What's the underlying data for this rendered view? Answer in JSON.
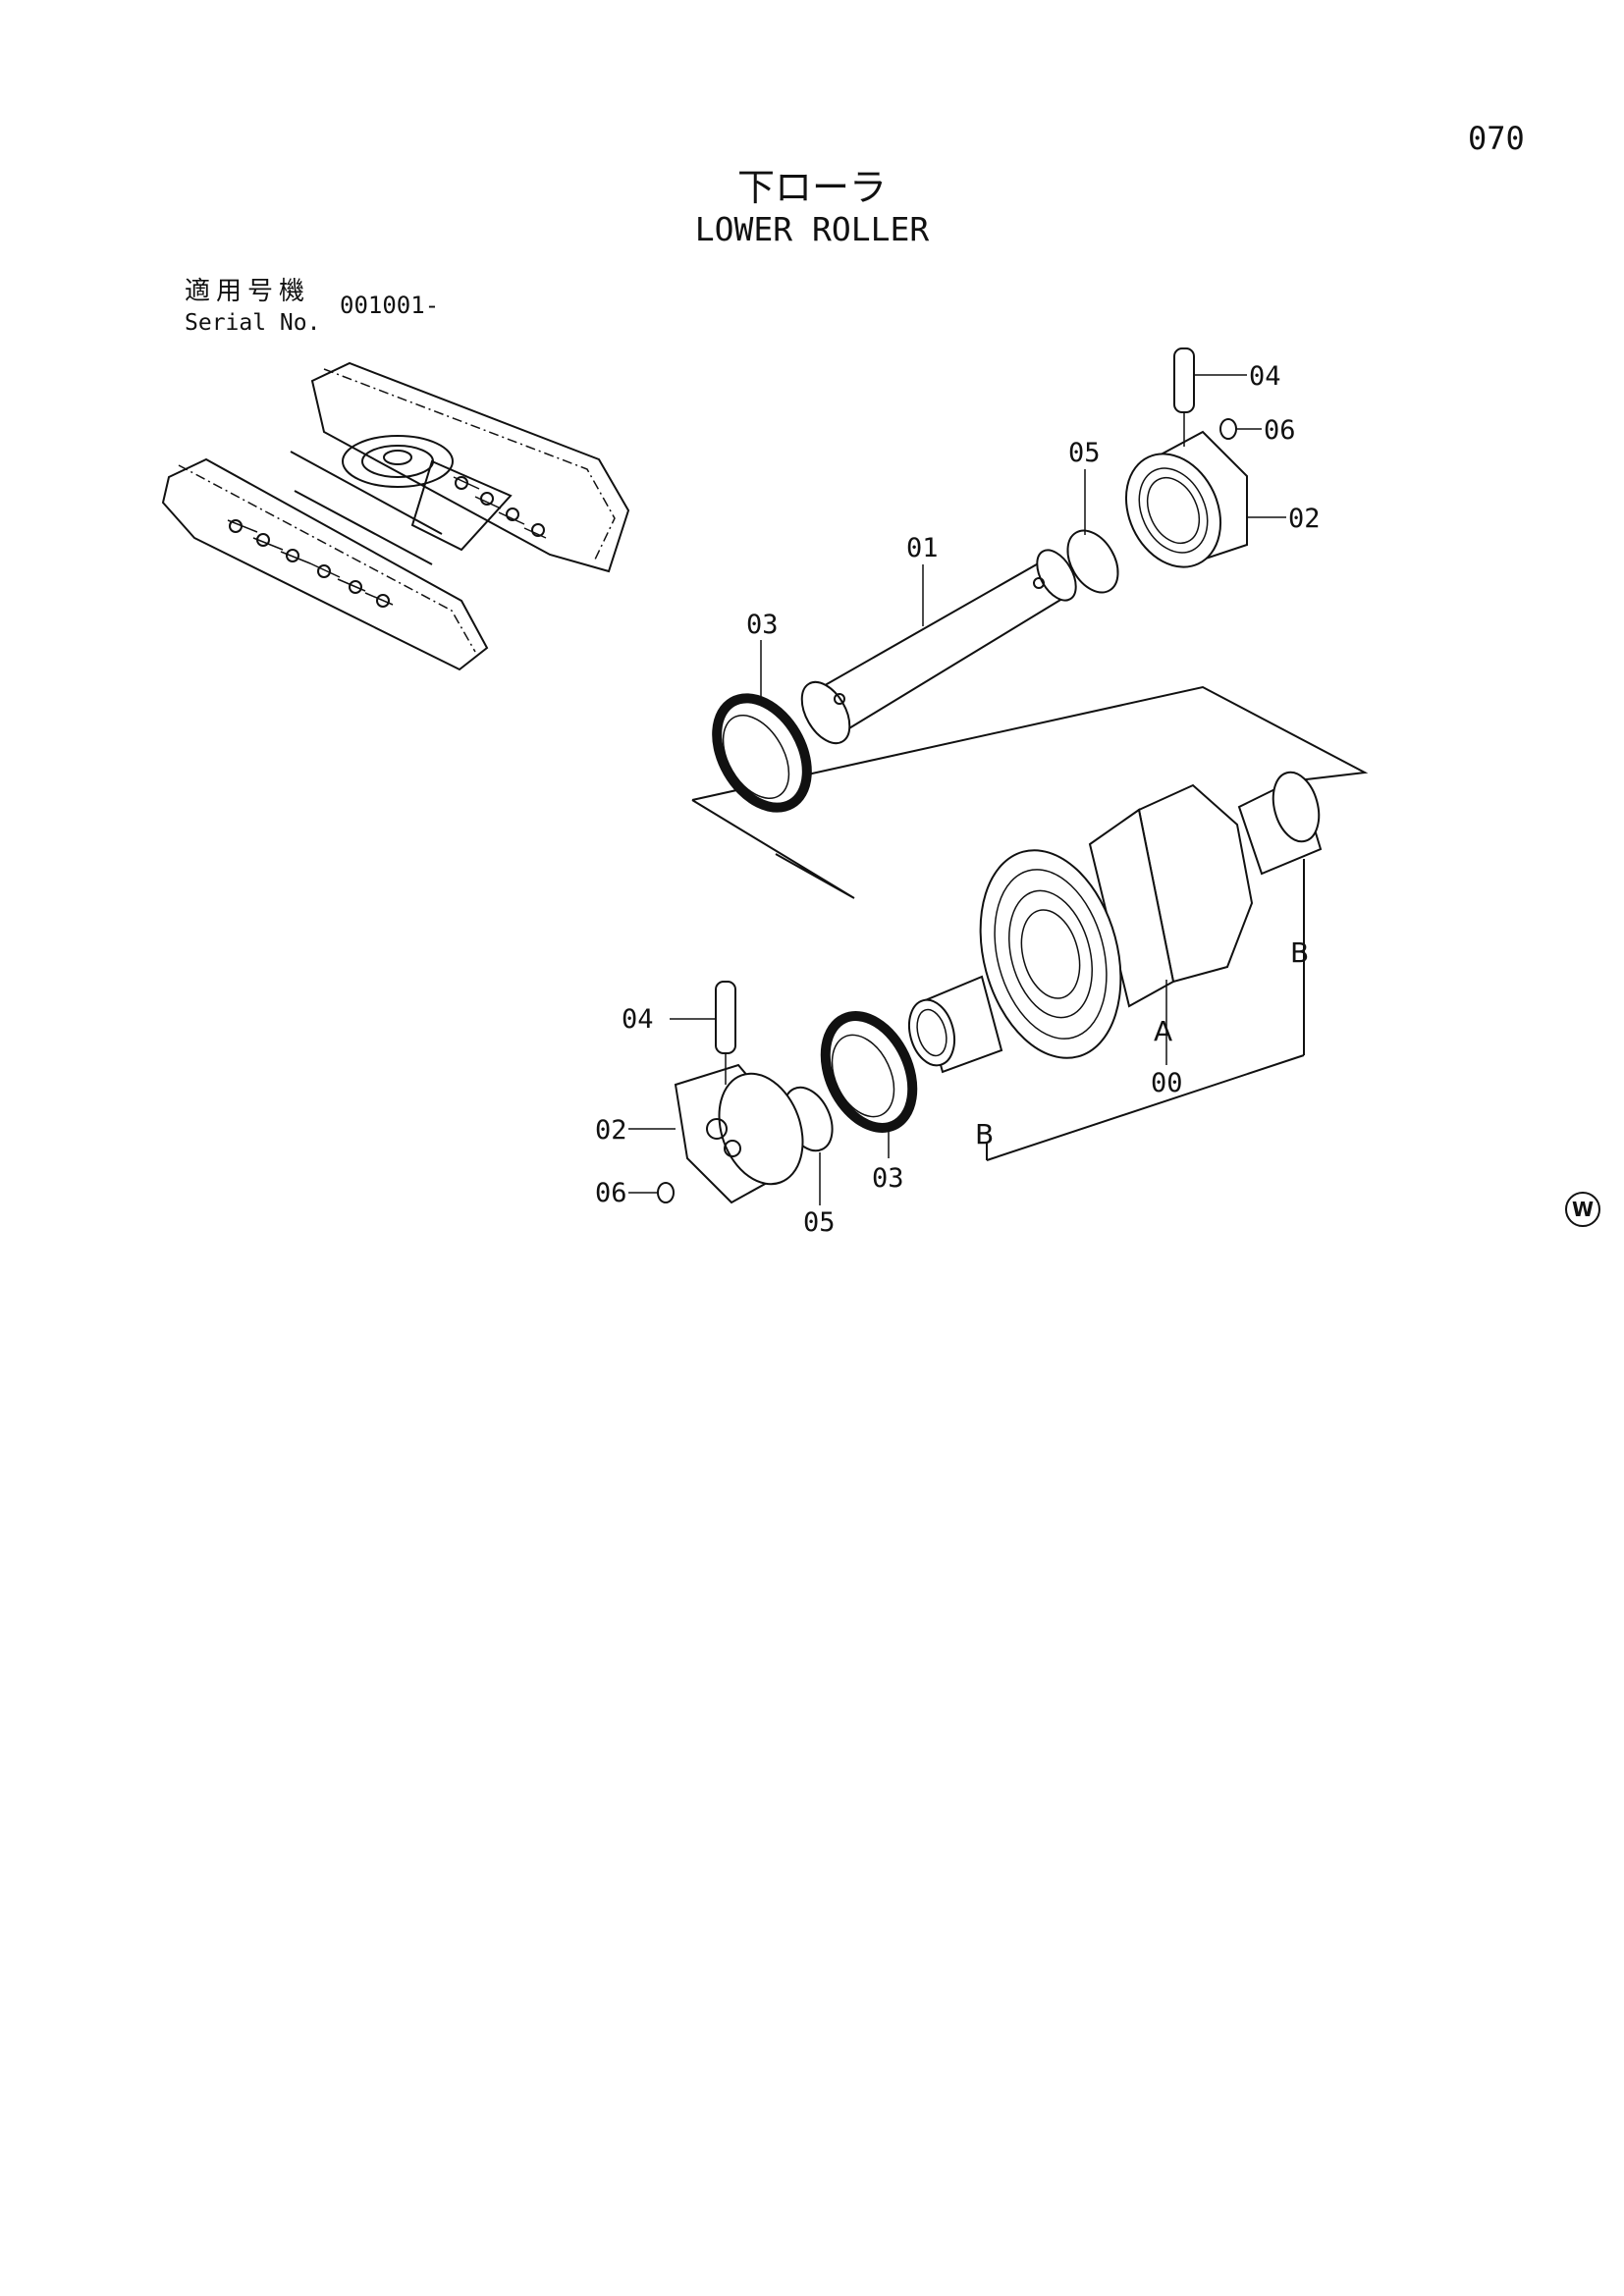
{
  "page": {
    "number": "070",
    "title_jp": "下ローラ",
    "title_en": "LOWER ROLLER"
  },
  "serial": {
    "label_jp": "適用号機",
    "label_en": "Serial No.",
    "value": "001001-"
  },
  "callouts": {
    "roller_assembly": "00",
    "shaft": "01",
    "collar_top": "02",
    "collar_bottom": "02",
    "seal_left": "03",
    "seal_right": "03",
    "pin_top": "04",
    "pin_bottom": "04",
    "o_ring_top": "05",
    "o_ring_bottom": "05",
    "plug_top": "06",
    "plug_bottom": "06"
  },
  "reference_marks": {
    "a": "A",
    "b_right": "B",
    "b_left": "B"
  },
  "corner_mark": "W"
}
